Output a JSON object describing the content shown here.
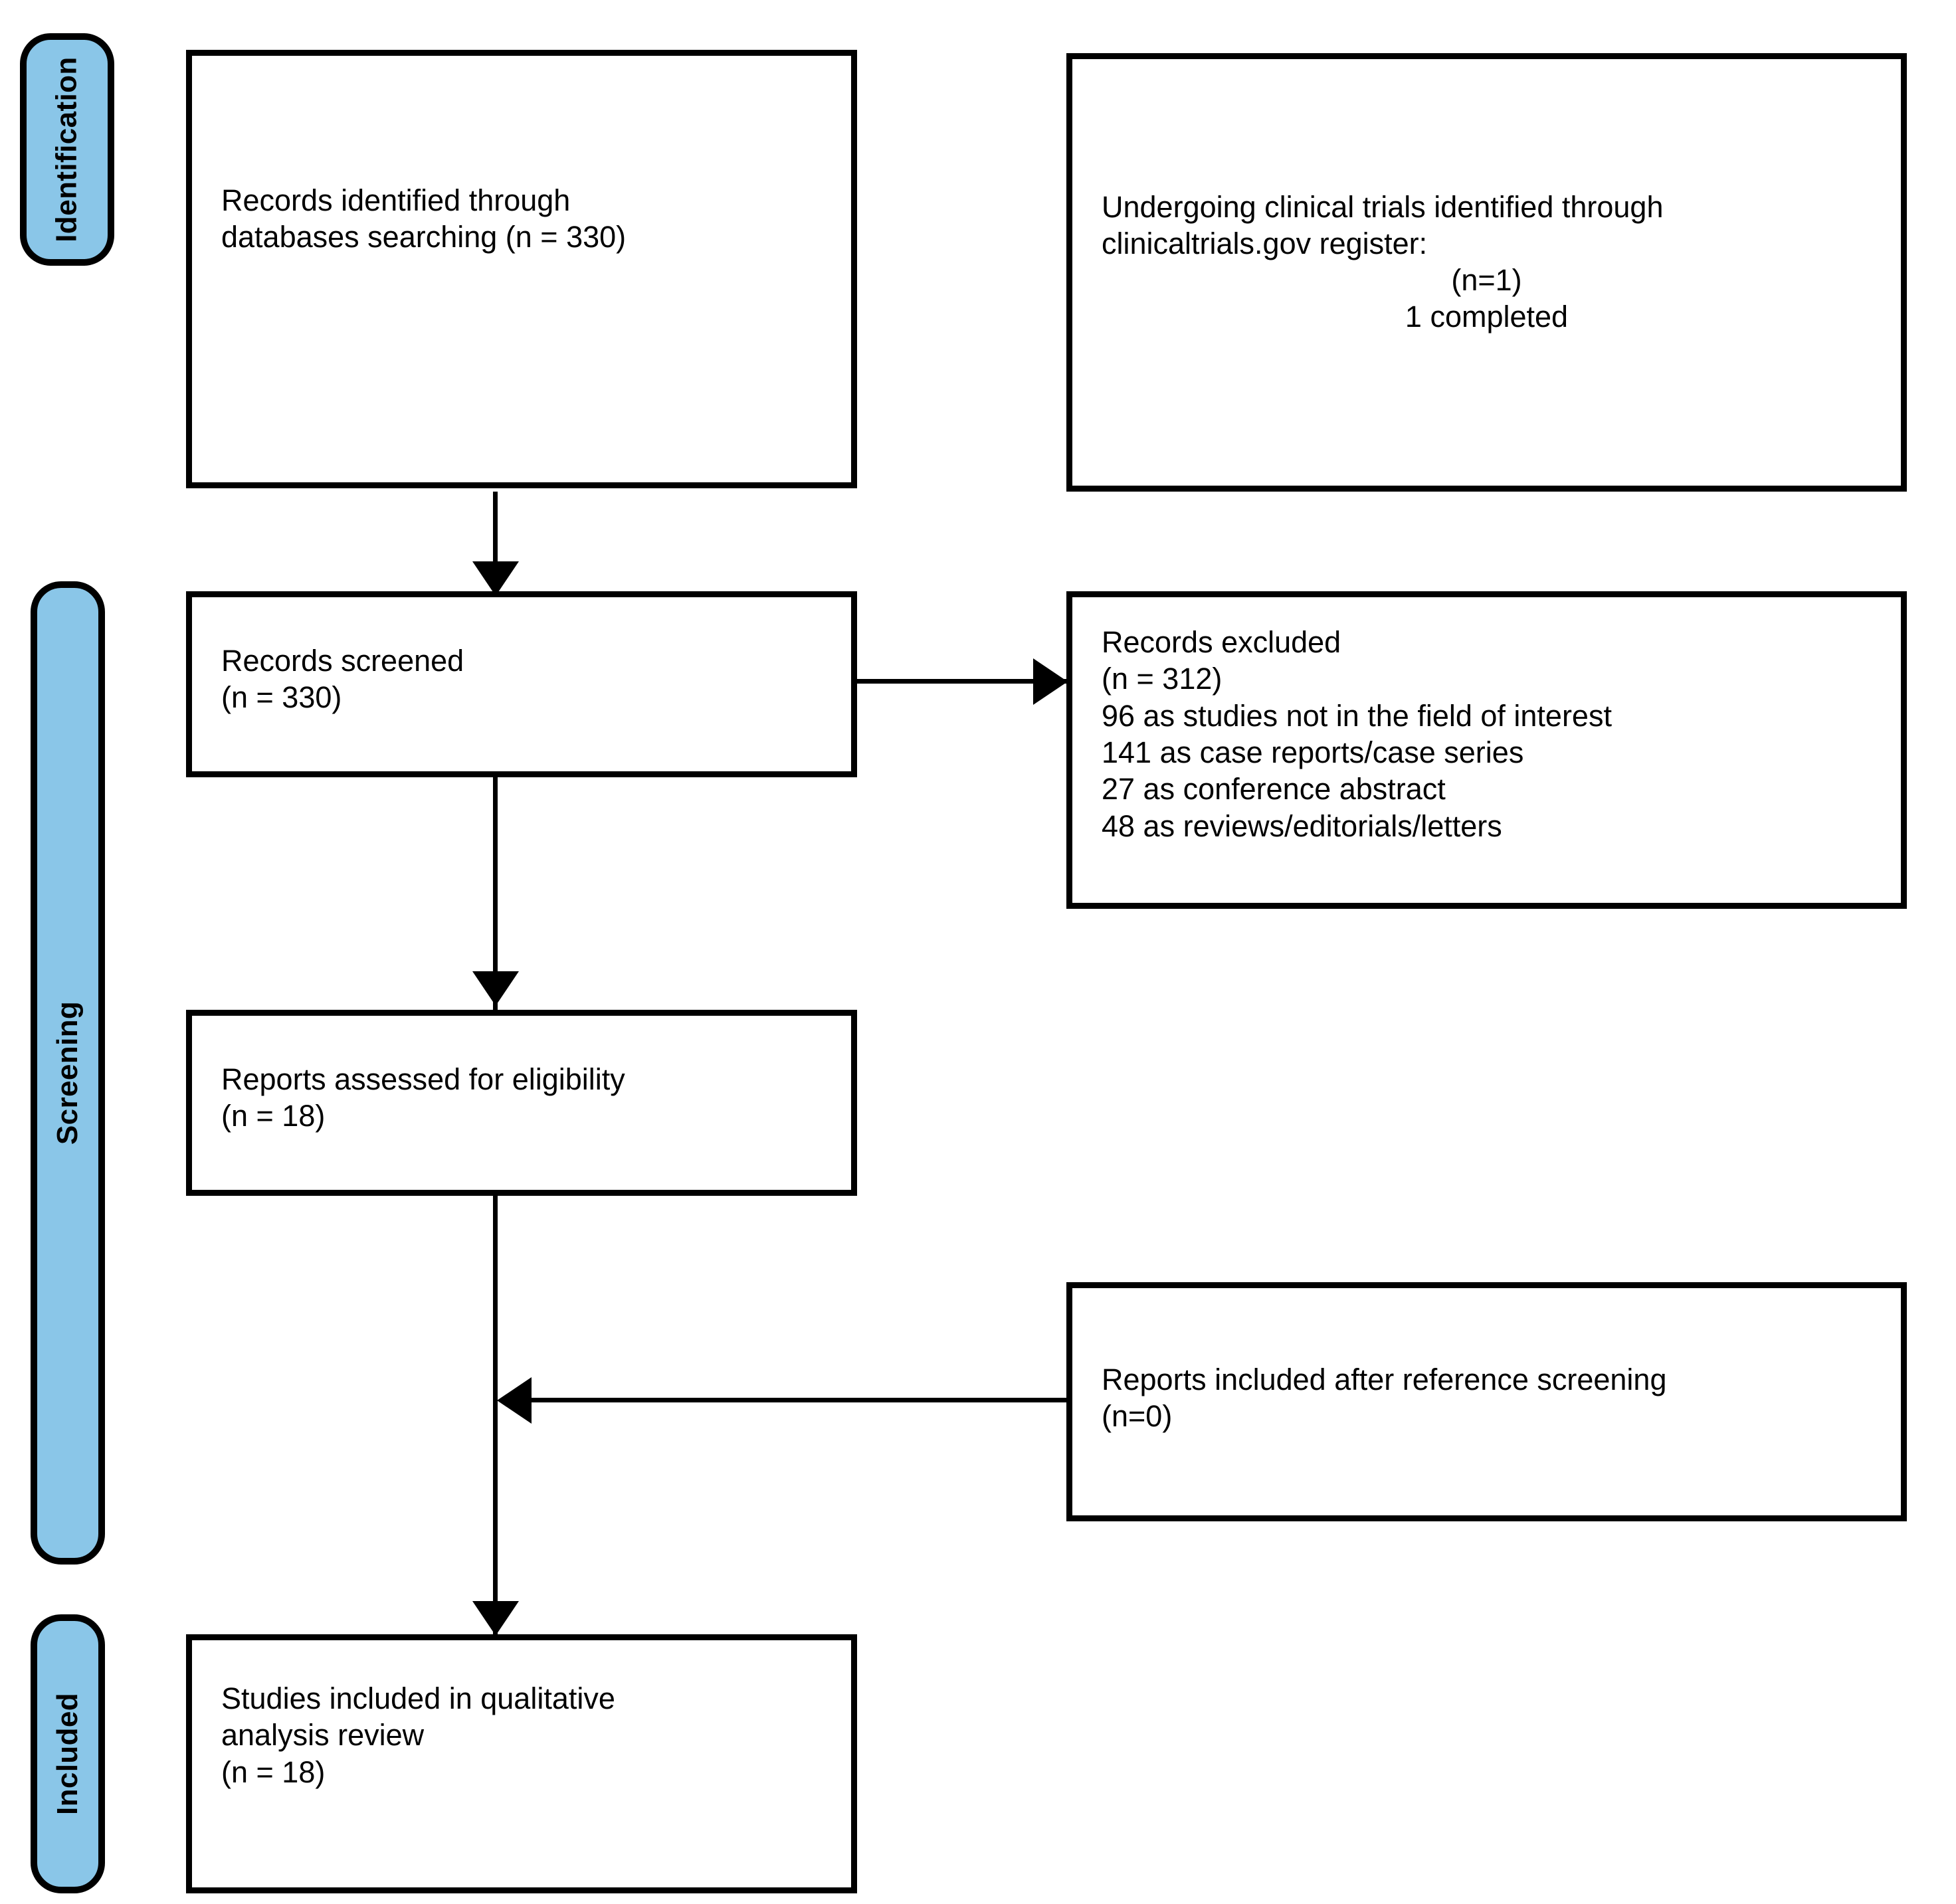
{
  "diagram": {
    "type": "prisma-flow-diagram",
    "title": "PRISMA Flow Diagram",
    "accent_color": "#8ac6e8",
    "line_color": "#000000",
    "background_color": "#ffffff"
  },
  "stages": [
    {
      "id": "identification",
      "label": "Identification"
    },
    {
      "id": "screening",
      "label": "Screening"
    },
    {
      "id": "included",
      "label": "Included"
    }
  ],
  "boxes": {
    "records_identified": {
      "id": "records-identified",
      "stage": "identification",
      "align": "left",
      "text": "Records identified through\ndatabases searching (n = 330)",
      "count": 330
    },
    "clinical_trials": {
      "id": "clinical-trials-register",
      "stage": "identification",
      "align": "left",
      "text": "Undergoing clinical trials identified through\nclinicaltrials.gov register:",
      "text_centered": "(n=1)\n1 completed",
      "count": 1,
      "completed": 1
    },
    "records_screened": {
      "id": "records-screened",
      "stage": "screening",
      "align": "left",
      "text": "Records screened\n(n = 330)",
      "count": 330
    },
    "records_excluded": {
      "id": "records-excluded",
      "stage": "screening",
      "align": "left",
      "text": "Records excluded\n(n = 312)\n96 as studies not in the field of interest\n141 as case reports/case series\n27 as conference abstract\n48 as reviews/editorials/letters",
      "count": 312,
      "reasons": [
        {
          "n": 96,
          "reason": "as studies not in the field of interest"
        },
        {
          "n": 141,
          "reason": "as case reports/case series"
        },
        {
          "n": 27,
          "reason": "as conference abstract"
        },
        {
          "n": 48,
          "reason": "as reviews/editorials/letters"
        }
      ]
    },
    "reports_assessed": {
      "id": "reports-assessed-for-eligibility",
      "stage": "screening",
      "align": "left",
      "text": "Reports assessed for eligibility\n(n = 18)",
      "count": 18
    },
    "reports_reference_screening": {
      "id": "reports-included-after-reference-screening",
      "stage": "screening",
      "align": "left",
      "text": "Reports included after reference screening\n(n=0)",
      "count": 0
    },
    "studies_included": {
      "id": "studies-included-qualitative",
      "stage": "included",
      "align": "left",
      "text": "Studies included in qualitative\nanalysis review\n(n = 18)",
      "count": 18
    }
  },
  "connectors": [
    {
      "id": "identified-to-screened",
      "from": "records_identified",
      "to": "records_screened",
      "direction": "down"
    },
    {
      "id": "screened-to-excluded",
      "from": "records_screened",
      "to": "records_excluded",
      "direction": "right"
    },
    {
      "id": "screened-to-assessed",
      "from": "records_screened",
      "to": "reports_assessed",
      "direction": "down"
    },
    {
      "id": "reference-screening-to-spine",
      "from": "reports_reference_screening",
      "to": "studies_included",
      "direction": "left"
    },
    {
      "id": "assessed-to-included",
      "from": "reports_assessed",
      "to": "studies_included",
      "direction": "down"
    }
  ]
}
